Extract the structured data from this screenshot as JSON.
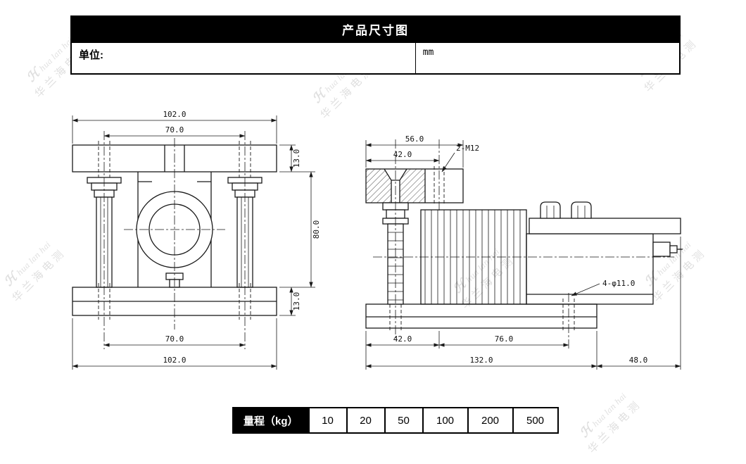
{
  "colors": {
    "header_bg": "#000000",
    "line": "#1a1a1a"
  },
  "header_table": {
    "title": "产品尺寸图",
    "unit_label": "单位:",
    "unit_value": "mm"
  },
  "front_view": {
    "dim_top_width": "102.0",
    "dim_top_bolt_span": "70.0",
    "dim_top_plate_thickness": "13.0",
    "dim_body_height": "80.0",
    "dim_bottom_plate_thickness": "13.0",
    "dim_bottom_bolt_span": "70.0",
    "dim_bottom_width": "102.0"
  },
  "side_view": {
    "dim_block_width": "56.0",
    "dim_block_hole_offset": "42.0",
    "label_thread": "2-M12",
    "label_holes": "4-φ11.0",
    "dim_base_hole_left": "42.0",
    "dim_base_hole_span": "76.0",
    "dim_base_width": "132.0",
    "dim_overhang": "48.0"
  },
  "range_table": {
    "header": "量程（kg）",
    "values": [
      "10",
      "20",
      "50",
      "100",
      "200",
      "500"
    ]
  },
  "watermark": {
    "logo_glyph": "ℋ",
    "latin": "hua lan hai",
    "cjk": "华兰海电测"
  }
}
